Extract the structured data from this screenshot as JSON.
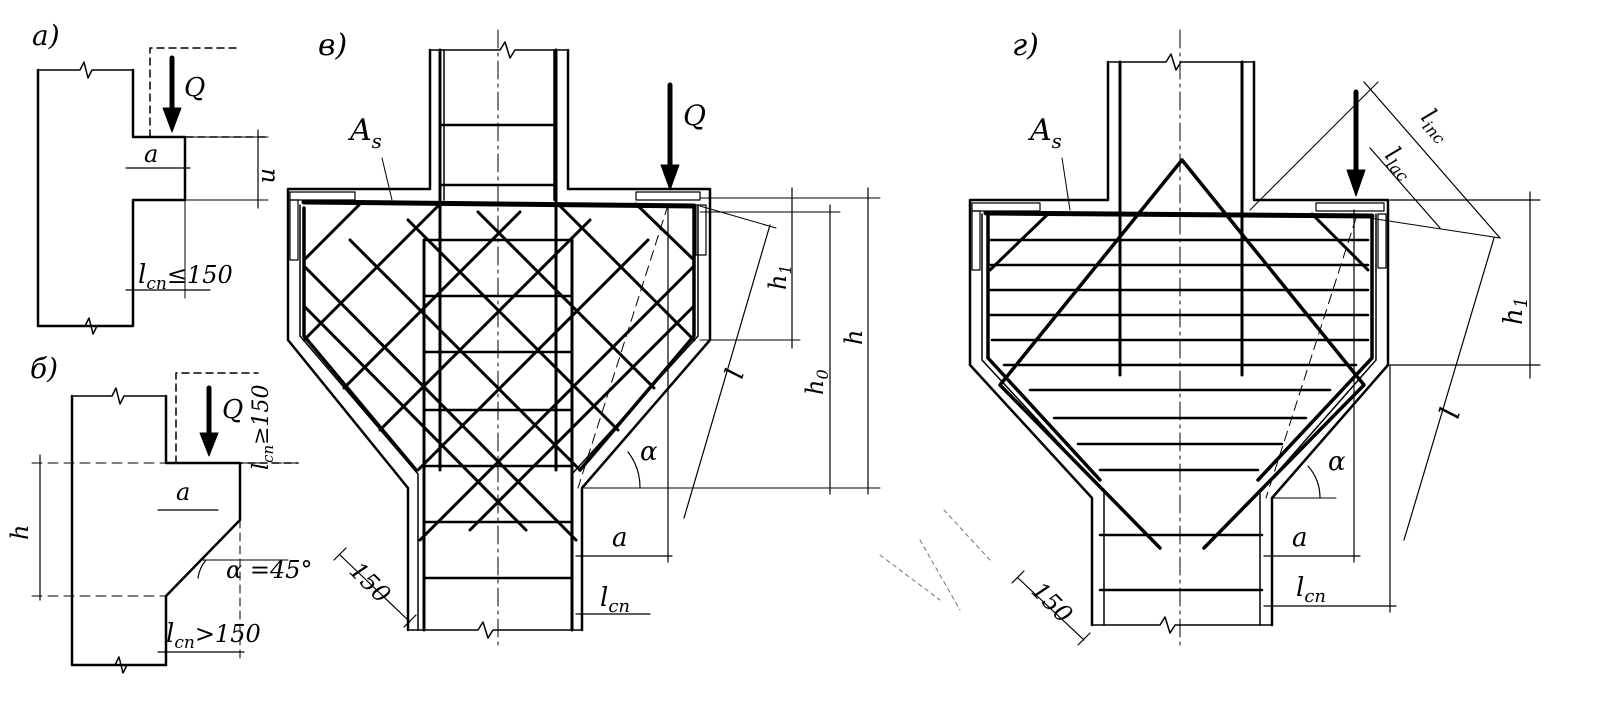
{
  "panels": {
    "a": {
      "label": "а)",
      "load": "Q",
      "dim_a": "a",
      "dim_n": "n",
      "dim_lcn": "l",
      "dim_lcn_sub": "сп",
      "dim_lcn_cond": "≤150"
    },
    "b": {
      "label": "б)",
      "load": "Q",
      "dim_a": "a",
      "dim_h": "h",
      "angle": "α =45°",
      "dim_lcn": "l",
      "dim_lcn_sub": "сп",
      "dim_lcn_cond": ">150",
      "side_dim": "l",
      "side_dim_sub": "сп",
      "side_dim_cond": "≥150"
    },
    "v": {
      "label": "в)",
      "load": "Q",
      "as_label": "A",
      "as_sub": "s",
      "dim_h1": "h",
      "dim_h1_sub": "1",
      "dim_l": "l",
      "dim_h0": "h",
      "dim_h0_sub": "0",
      "dim_h": "h",
      "angle": "α",
      "dim_a": "a",
      "dim_lcn": "l",
      "dim_lcn_sub": "сп",
      "dim_150": "150"
    },
    "g": {
      "label": "г)",
      "as_label": "A",
      "as_sub": "s",
      "dim_linc": "l",
      "dim_linc_sub": "inc",
      "dim_llac": "l",
      "dim_llac_sub": "lac",
      "dim_h1": "h",
      "dim_h1_sub": "1",
      "dim_l": "l",
      "angle": "α",
      "dim_a": "a",
      "dim_lcn": "l",
      "dim_lcn_sub": "сп",
      "dim_150": "150"
    }
  },
  "colors": {
    "ink": "#000000",
    "paper": "#ffffff"
  }
}
